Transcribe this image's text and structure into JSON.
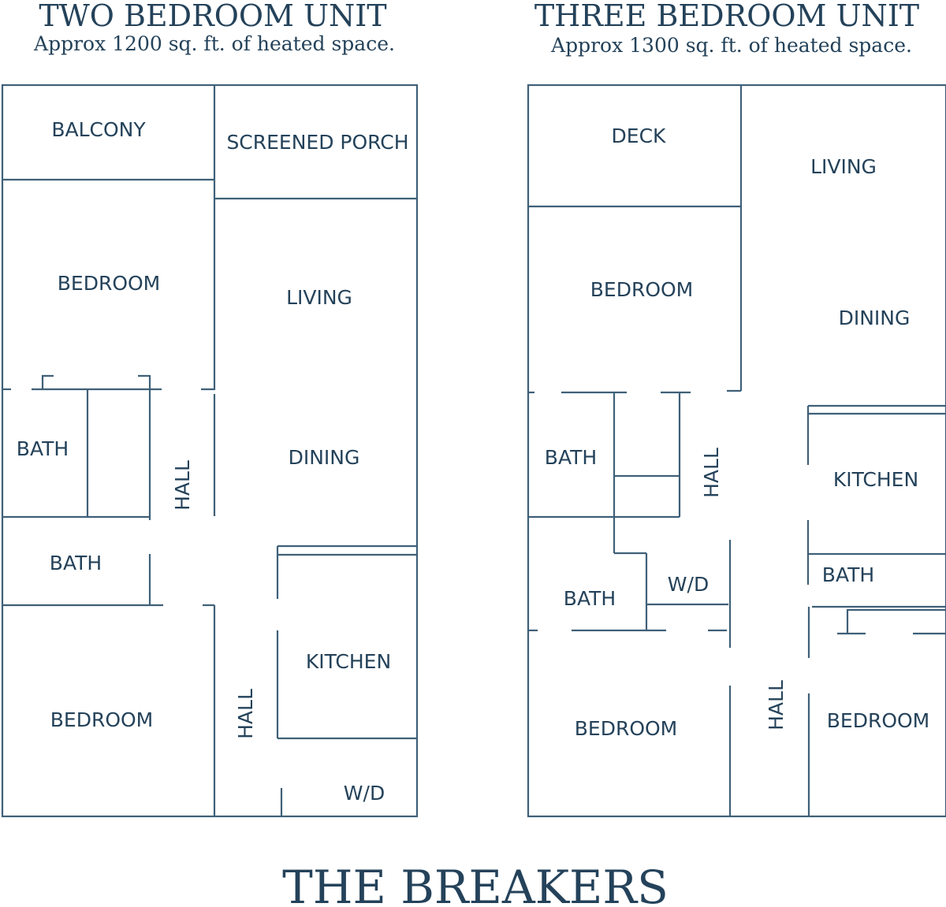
{
  "title": "THE BREAKERS",
  "colors": {
    "ink": "#24425a",
    "wall": "#3f6078",
    "background": "#ffffff"
  },
  "units": [
    {
      "heading": "TWO BEDROOM UNIT",
      "subheading": "Approx 1200 sq. ft. of heated space.",
      "rooms": {
        "balcony": "BALCONY",
        "screened_porch": "SCREENED PORCH",
        "bedroom_1": "BEDROOM",
        "living": "LIVING",
        "bath_1": "BATH",
        "hall_1": "HALL",
        "dining": "DINING",
        "bath_2": "BATH",
        "kitchen": "KITCHEN",
        "bedroom_2": "BEDROOM",
        "hall_2": "HALL",
        "wd": "W/D"
      }
    },
    {
      "heading": "THREE BEDROOM UNIT",
      "subheading": "Approx 1300 sq. ft. of heated space.",
      "rooms": {
        "deck": "DECK",
        "living": "LIVING",
        "bedroom_1": "BEDROOM",
        "dining": "DINING",
        "bath_1": "BATH",
        "hall_1": "HALL",
        "kitchen": "KITCHEN",
        "bath_2": "BATH",
        "wd": "W/D",
        "bath_3": "BATH",
        "bedroom_2": "BEDROOM",
        "hall_2": "HALL",
        "bedroom_3": "BEDROOM"
      }
    }
  ]
}
